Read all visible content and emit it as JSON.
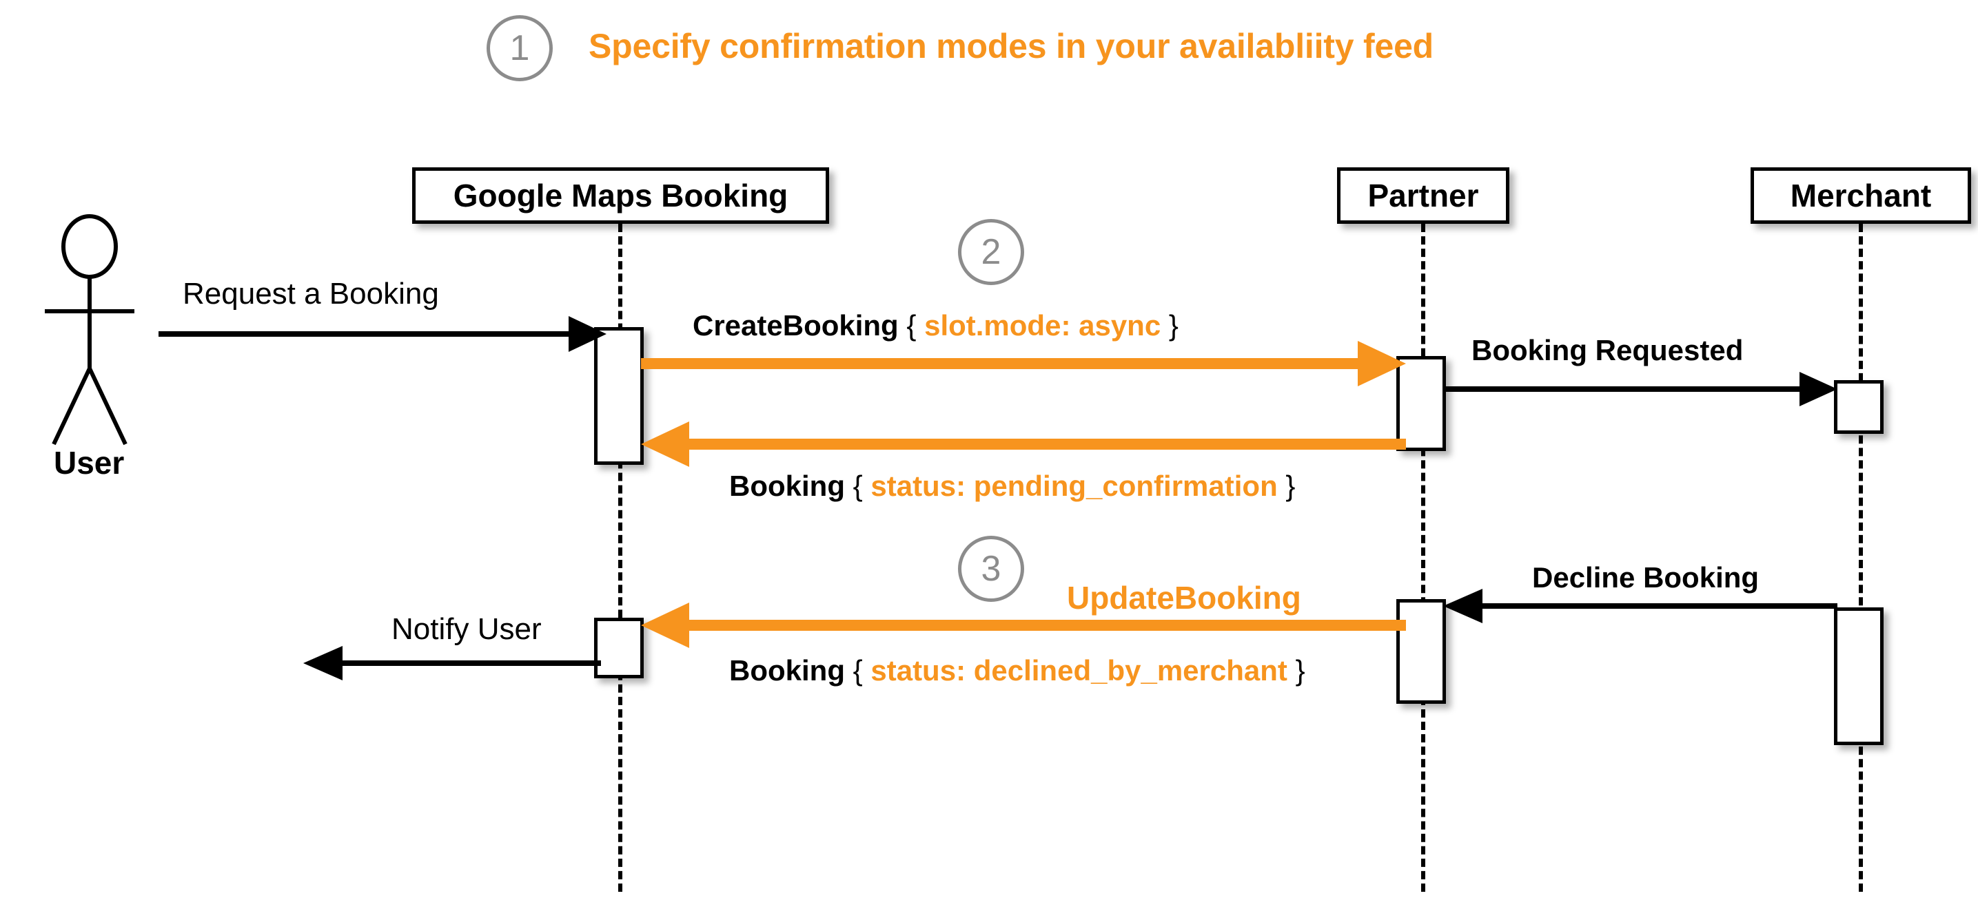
{
  "diagram": {
    "type": "uml-sequence-diagram",
    "title": "Specify confirmation modes in your availabliity feed",
    "accent_color": "#F7941E",
    "line_color": "#000000",
    "step_marker_color": "#8C8C8C",
    "background": "#FFFFFF"
  },
  "steps": [
    {
      "number": "1",
      "label": "Specify confirmation modes in your availabliity feed"
    },
    {
      "number": "2",
      "label": ""
    },
    {
      "number": "3",
      "label": ""
    }
  ],
  "actors": [
    {
      "id": "user",
      "name": "User",
      "kind": "stick-figure"
    }
  ],
  "participants": [
    {
      "id": "gmb",
      "name": "Google Maps Booking"
    },
    {
      "id": "partner",
      "name": "Partner"
    },
    {
      "id": "merchant",
      "name": "Merchant"
    }
  ],
  "messages": [
    {
      "id": "m1",
      "from": "user",
      "to": "gmb",
      "direction": "right",
      "color": "black",
      "weight": "normal",
      "label_plain": "Request a Booking"
    },
    {
      "id": "m2",
      "from": "gmb",
      "to": "partner",
      "direction": "right",
      "color": "orange",
      "label_name": "CreateBooking",
      "label_open": "{",
      "label_payload": "slot.mode: async",
      "label_close": "}"
    },
    {
      "id": "m3",
      "from": "partner",
      "to": "merchant",
      "direction": "right",
      "color": "black",
      "weight": "bold",
      "label_plain": "Booking Requested"
    },
    {
      "id": "m4",
      "from": "partner",
      "to": "gmb",
      "direction": "left",
      "color": "orange",
      "label_name": "Booking",
      "label_open": "{",
      "label_payload": "status: pending_confirmation",
      "label_close": "}"
    },
    {
      "id": "m5",
      "from": "merchant",
      "to": "partner",
      "direction": "left",
      "color": "black",
      "weight": "bold",
      "label_plain": "Decline Booking"
    },
    {
      "id": "m6",
      "from": "partner",
      "to": "gmb",
      "direction": "left",
      "color": "orange",
      "label_above": "UpdateBooking",
      "label_name": "Booking",
      "label_open": "{",
      "label_payload": "status: declined_by_merchant",
      "label_close": "}"
    },
    {
      "id": "m7",
      "from": "gmb",
      "to": "user",
      "direction": "left",
      "color": "black",
      "weight": "normal",
      "label_plain": "Notify User"
    }
  ]
}
